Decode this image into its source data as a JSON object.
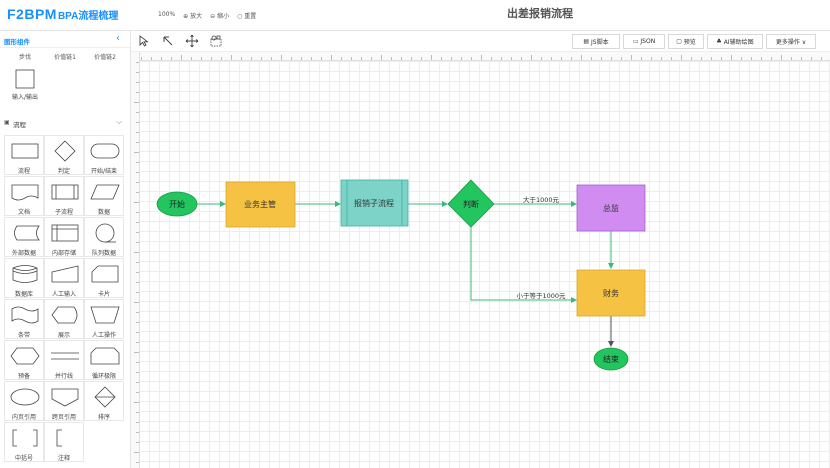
{
  "header": {
    "logo_main": "F2BPM",
    "logo_sub": "BPA流程梳理",
    "zoom_value": "100%",
    "zoom_in": "放大",
    "zoom_out": "缩小",
    "reset": "重置",
    "title": "出差报销流程"
  },
  "sidebar": {
    "title": "图形组件",
    "collapse_icon": "chevron-left-icon",
    "top_labels": [
      "步伐",
      "价值链1",
      "价值链2"
    ],
    "io_label": "输入/输出",
    "group_title": "流程",
    "shapes": [
      {
        "label": "流程",
        "icon": "process-rect-icon"
      },
      {
        "label": "判定",
        "icon": "decision-diamond-icon"
      },
      {
        "label": "开始/结束",
        "icon": "terminator-icon"
      },
      {
        "label": "文档",
        "icon": "document-icon"
      },
      {
        "label": "子流程",
        "icon": "subprocess-icon"
      },
      {
        "label": "数据",
        "icon": "data-parallelogram-icon"
      },
      {
        "label": "外部数据",
        "icon": "external-data-icon"
      },
      {
        "label": "内部存储",
        "icon": "internal-storage-icon"
      },
      {
        "label": "队列数据",
        "icon": "queue-data-icon"
      },
      {
        "label": "数据库",
        "icon": "database-icon"
      },
      {
        "label": "人工输入",
        "icon": "manual-input-icon"
      },
      {
        "label": "卡片",
        "icon": "card-icon"
      },
      {
        "label": "条带",
        "icon": "tape-icon"
      },
      {
        "label": "展示",
        "icon": "display-icon"
      },
      {
        "label": "人工操作",
        "icon": "manual-operation-icon"
      },
      {
        "label": "预备",
        "icon": "preparation-icon"
      },
      {
        "label": "并行线",
        "icon": "parallel-line-icon"
      },
      {
        "label": "循环极限",
        "icon": "loop-limit-icon"
      },
      {
        "label": "内页引用",
        "icon": "on-page-ref-icon"
      },
      {
        "label": "跨页引用",
        "icon": "off-page-ref-icon"
      },
      {
        "label": "排序",
        "icon": "sort-icon"
      },
      {
        "label": "中括号",
        "icon": "bracket-icon"
      },
      {
        "label": "注释",
        "icon": "annotation-icon"
      }
    ]
  },
  "toolbar": {
    "tools": [
      "select-pointer-icon",
      "lasso-arrow-icon",
      "pan-move-icon",
      "shape-group-icon"
    ],
    "buttons": [
      {
        "label": "JS脚本",
        "icon": "code-icon"
      },
      {
        "label": "JSON",
        "icon": "json-icon"
      },
      {
        "label": "预览",
        "icon": "preview-icon"
      },
      {
        "label": "AI辅助绘图",
        "icon": "ai-icon"
      },
      {
        "label": "更多操作 ∨",
        "icon": ""
      }
    ]
  },
  "diagram": {
    "nodes": {
      "start": "开始",
      "manager": "业务主管",
      "subflow": "报销子流程",
      "judge": "判断",
      "director": "总监",
      "finance": "财务",
      "end": "结束"
    },
    "edges": {
      "gt": "大于1000元",
      "le": "小于等于1000元"
    },
    "colors": {
      "terminal": "#22c55e",
      "task": "#f5c243",
      "subprocess": "#7dd3c8",
      "decision": "#22c55e",
      "director": "#d08cf0",
      "edge": "#3cb97a",
      "edge_dark": "#555555"
    }
  }
}
